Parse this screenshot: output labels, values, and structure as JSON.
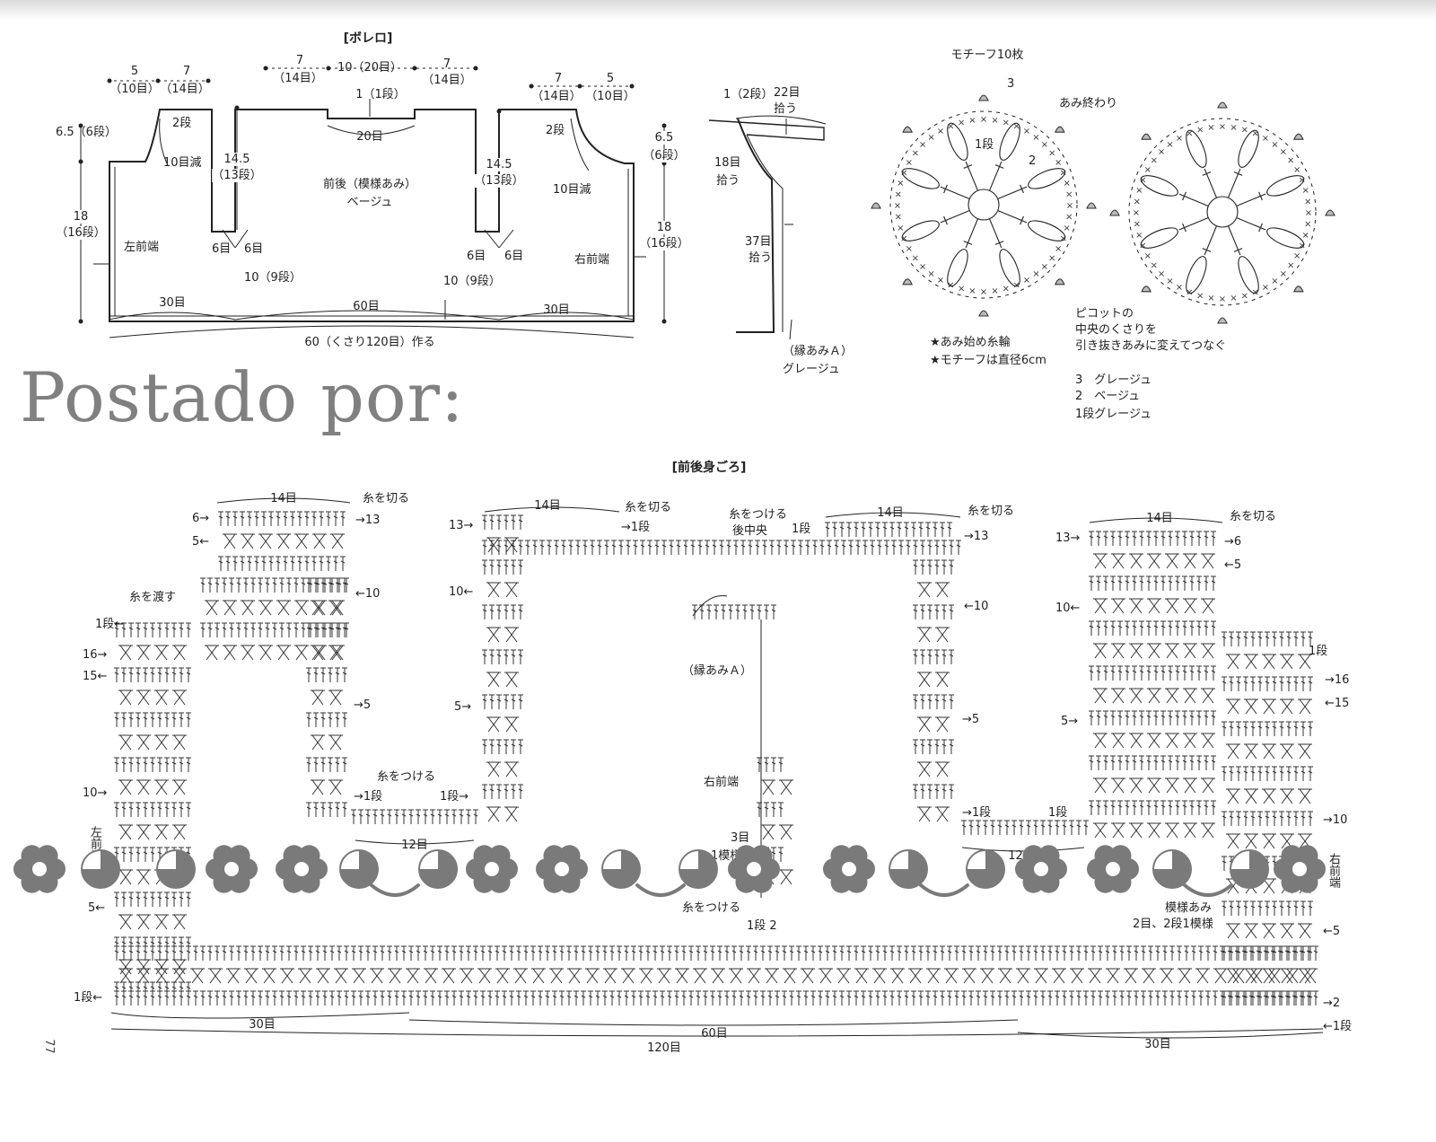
{
  "bolero": {
    "title": "[ボレロ]",
    "labels": {
      "w_left_a": "5",
      "w_left_a_rows": "（10目）",
      "w_left_b": "7",
      "w_left_b_rows": "（14目）",
      "w_mid_a": "7",
      "w_mid_a_rows": "（14目）",
      "w_mid_b": "10（20目）",
      "w_mid_c": "7",
      "w_mid_c_rows": "（14目）",
      "w_right_a": "7",
      "w_right_a_rows": "（14目）",
      "w_right_b": "5",
      "w_right_b_rows": "（10目）",
      "neck_one": "1（1段）",
      "neck_st": "20目",
      "h_left_a": "6.5（6段）",
      "h_left_total": "18",
      "h_left_total_rows": "（16段）",
      "h_right_a": "6.5",
      "h_right_a_rows": "（6段）",
      "h_right_total": "18",
      "h_right_total_rows": "（16段）",
      "two_rows_l": "2段",
      "dec_l": "10目減",
      "two_rows_r": "2段",
      "dec_r": "10目減",
      "arm_l": "14.5",
      "arm_l_rows": "（13段）",
      "arm_r": "14.5",
      "arm_r_rows": "（13段）",
      "center": "前後（模様あみ）",
      "center_color": "ベージュ",
      "left_front": "左前端",
      "right_front": "右前端",
      "six_1": "6目",
      "six_2": "6目",
      "six_3": "6目",
      "six_4": "6目",
      "ten_nine_l": "10（9段）",
      "ten_nine_r": "10（9段）",
      "base_30_l": "30目",
      "base_60": "60目",
      "base_30_r": "30目",
      "base_total": "60（くさり120目）作る"
    }
  },
  "edging": {
    "one_two": "1（2段）",
    "pick22": "22目",
    "pick22b": "拾う",
    "pick18": "18目",
    "pick18b": "拾う",
    "pick37": "37目",
    "pick37b": "拾う",
    "name": "（縁あみＡ）",
    "color": "グレージュ"
  },
  "motif": {
    "title": "モチーフ10枚",
    "r3": "3",
    "r1": "1段",
    "r2": "2",
    "finish": "あみ終わり",
    "note1": "★あみ始め糸輪",
    "note2": "★モチーフは直径6cm",
    "join1": "ピコットの",
    "join2": "中央のくさりを",
    "join3": "引き抜きあみに変えてつなぐ",
    "color3": "3　グレージュ",
    "color2": "2　ベージュ",
    "color1": "1段グレージュ"
  },
  "watermark": "Postado por:",
  "body_chart": {
    "title": "[前後身ごろ]",
    "labels": {
      "st14_a": "14目",
      "cut_a": "糸を切る",
      "st14_b": "14目",
      "cut_b": "糸を切る",
      "attach_top": "糸をつける",
      "back_center": "後中央",
      "st14_c": "14目",
      "cut_c": "糸を切る",
      "st14_d": "14目",
      "cut_d": "糸を切る",
      "r6_l": "6→",
      "r13_l": "→13",
      "r5_l": "5←",
      "carry": "糸を渡す",
      "r1_l": "1段←",
      "r16_l": "16→",
      "r15_l": "15←",
      "r10_l": "10→",
      "r5b_l": "5←",
      "r1b_l": "1段←",
      "left_front_v": "左前端",
      "r10_a": "←10",
      "r5_a": "→5",
      "r1_a": "→1段",
      "attach_a": "糸をつける",
      "r1_a2": "1段→",
      "r13_b": "13→",
      "r1_b": "→1段",
      "r10_b": "10←",
      "r5_b": "5→",
      "st12_a": "12目",
      "r1_c": "1段",
      "r13_c": "→13",
      "r10_c": "←10",
      "r5_c": "→5",
      "r1_c2": "→1段",
      "r13_d": "13→",
      "r6_d": "→6",
      "r5_d": "←5",
      "r10_d": "10←",
      "r1_d": "1段",
      "r16_d": "→16",
      "r15_d": "←15",
      "r5_d2": "5→",
      "r10_d2": "→10",
      "r5_d3": "←5",
      "r2_d": "→2",
      "r1_d2": "←1段",
      "st12_b": "12目",
      "right_front_v": "右前端",
      "pattern": "模様あみ",
      "pattern_rep": "2目、2段1模様",
      "edge_name": "（縁あみＡ）",
      "edge_right": "右前端",
      "edge_3": "3目",
      "edge_rep": "1模様",
      "attach_b": "糸をつける",
      "row12": "1段 2",
      "base_30_l": "30目",
      "base_60": "60目",
      "base_120": "120目",
      "base_30_r": "30目"
    }
  },
  "page_number": "77",
  "colors": {
    "ink": "#222222",
    "watermark": "#808080",
    "flower": "#7a7a7a"
  }
}
